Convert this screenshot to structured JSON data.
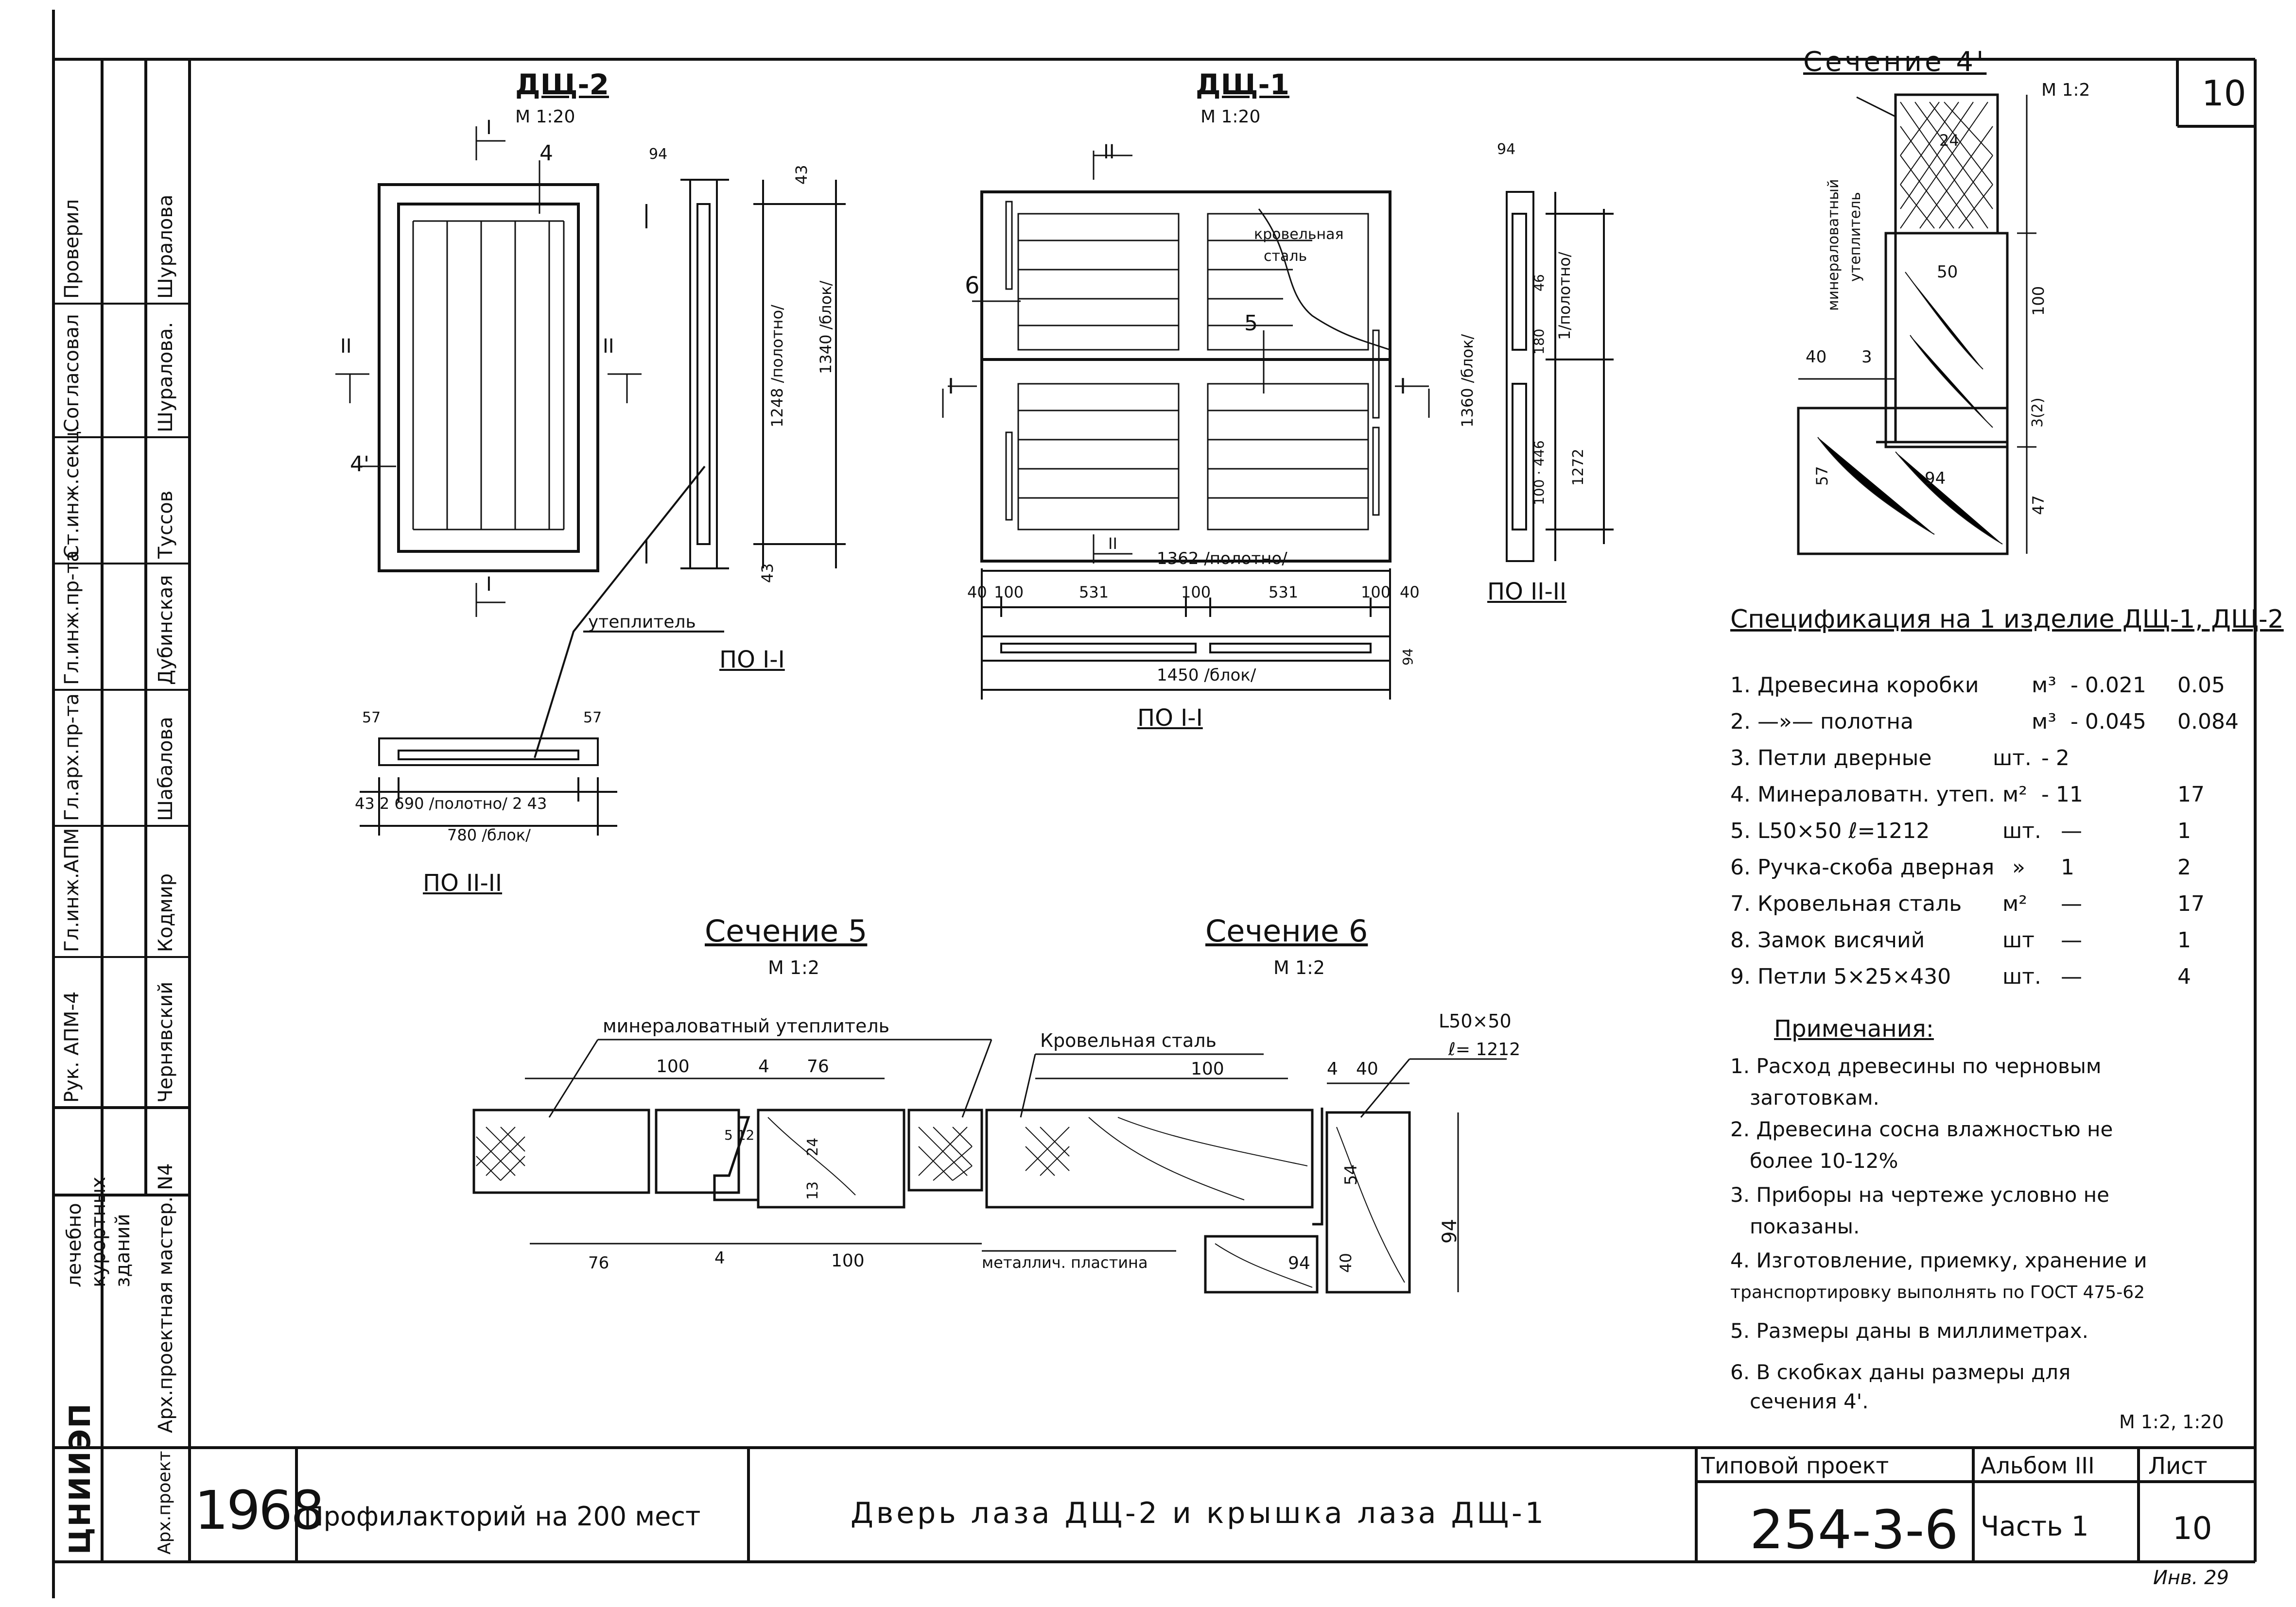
{
  "sheet": {
    "corner_number": "10"
  },
  "stamp": {
    "roles": [
      "Проверил",
      "Согласовал",
      "Ст.инж.секц.",
      "Гл.инж.пр-та",
      "Гл.арх.пр-та",
      "Гл.инж.АПМ",
      "Рук. АПМ-4"
    ],
    "names": [
      "Шуралова",
      "Шуралова.",
      "Туссов",
      "Дубинская",
      "Шабалова",
      "Кодмир",
      "Чернявский"
    ],
    "org": [
      "лечебно",
      "курортных",
      "зданий"
    ],
    "workshop": "Арх.проектная мастер. N4",
    "arch_project": "Арх.проект",
    "logo": "ЦНИИЭП"
  },
  "views": {
    "dsh2": {
      "title": "ДЩ-2",
      "scale": "М 1:20",
      "callouts": [
        "4",
        "4'"
      ],
      "marks": {
        "s1": "I",
        "s2": "II"
      },
      "dims": {
        "top": "94",
        "leaf": "1248 /полотно/",
        "block": "1340 /блок/",
        "d43": "43",
        "d57": "57",
        "plan_leaf": "43  2  690 /полотно/  2  43",
        "plan_block": "780 /блок/"
      },
      "insulation": "утеплитель",
      "section_side": "ПО I-I",
      "section_plan": "ПО II-II"
    },
    "dsh1": {
      "title": "ДЩ-1",
      "scale": "М 1:20",
      "marks": {
        "s1": "I",
        "s2": "II"
      },
      "roofing_steel_1": "кровельная",
      "roofing_steel_2": "сталь",
      "callouts": [
        "6",
        "5"
      ],
      "dims": {
        "leaf": "1362 /полотно/",
        "d40": "40",
        "d100": "100",
        "d531": "531",
        "block": "1450 /блок/",
        "d94": "94",
        "side_block": "1360 /блок/",
        "side_leaf": "1/полотно/",
        "d1272": "1272",
        "d100_446": "100 · 446",
        "d180": "180",
        "d46": "46"
      },
      "section_plan": "ПО I-I",
      "section_side": "ПО II-II"
    }
  },
  "sec4": {
    "title": "Сечение 4'",
    "scale": "М 1:2",
    "insulation_1": "минераловатный",
    "insulation_2": "утеплитель",
    "dims": {
      "d24": "24",
      "d50": "50",
      "d100": "100",
      "d40": "40",
      "d3": "3",
      "d3_2": "3(2)",
      "d94": "94",
      "d57": "57",
      "d47": "47"
    }
  },
  "spec": {
    "title": "Спецификация на 1 изделие ДЩ-1, ДЩ-2",
    "rows": [
      {
        "name": "1. Древесина коробки",
        "unit": "м³",
        "q1": "- 0.021",
        "q2": "0.05"
      },
      {
        "name": "2.    —»—    полотна",
        "unit": "м³",
        "q1": "- 0.045",
        "q2": "0.084"
      },
      {
        "name": "3. Петли дверные",
        "unit": "шт.",
        "q1": "- 2",
        "q2": ""
      },
      {
        "name": "4. Минераловатн. утеп.",
        "unit": "м²",
        "q1": "- 11",
        "q2": "17"
      },
      {
        "name": "5. L50×50  ℓ=1212",
        "unit": "шт.",
        "q1": "—",
        "q2": "1"
      },
      {
        "name": "6. Ручка-скоба дверная",
        "unit": "»",
        "q1": "1",
        "q2": "2"
      },
      {
        "name": "7. Кровельная сталь",
        "unit": "м²",
        "q1": "—",
        "q2": "17"
      },
      {
        "name": "8. Замок висячий",
        "unit": "шт",
        "q1": "—",
        "q2": "1"
      },
      {
        "name": "9. Петли 5×25×430",
        "unit": "шт.",
        "q1": "—",
        "q2": "4"
      }
    ]
  },
  "notes": {
    "title": "Примечания:",
    "lines": [
      "1. Расход древесины по черновым",
      "заготовкам.",
      "2. Древесина сосна влажностью не",
      "более 10-12%",
      "3. Приборы на чертеже условно не",
      "показаны.",
      "4. Изготовление, приемку, хранение и",
      "транспортировку выполнять по ГОСТ 475-62",
      "5. Размеры даны в миллиметрах.",
      "6. В скобках даны размеры для",
      "сечения 4'."
    ],
    "scale": "М 1:2, 1:20"
  },
  "sec5": {
    "title": "Сечение 5",
    "scale": "М 1:2",
    "insulation": "минераловатный утеплитель",
    "metal_plate": "металлич. пластина",
    "dims": {
      "d100": "100",
      "d4": "4",
      "d76": "76",
      "d40": "40",
      "d5_12": "5  12",
      "d24": "24",
      "d13": "13"
    }
  },
  "sec6": {
    "title": "Сечение 6",
    "scale": "М 1:2",
    "roofing_steel": "Кровельная сталь",
    "angle": "L50×50",
    "angle_length": "ℓ= 1212",
    "dims": {
      "d94": "94",
      "d40": "40",
      "d54": "54"
    }
  },
  "title_block": {
    "year": "1968",
    "project": "Профилакторий на 200 мест",
    "drawing_title": "Дверь лаза ДЩ-2 и крышка лаза ДЩ-1",
    "typical_project_label": "Типовой проект",
    "typical_project_number": "254-3-6",
    "album": "Альбом III",
    "part": "Часть 1",
    "sheet_label": "Лист",
    "sheet_number": "10",
    "inventory": "Инв. 29"
  }
}
